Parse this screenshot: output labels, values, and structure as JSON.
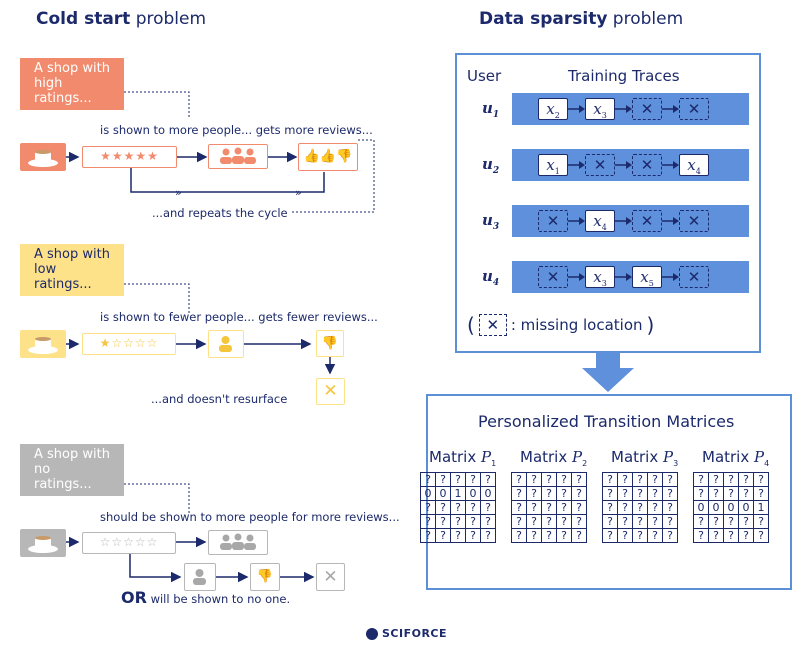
{
  "cold_start": {
    "title_bold": "Cold start",
    "title_rest": " problem",
    "high": {
      "callout_lines": [
        "A shop with",
        "high",
        "ratings..."
      ],
      "caption": "is shown to more people... gets more reviews...",
      "cycle": "...and repeats the cycle",
      "color": "#f28b6d"
    },
    "low": {
      "callout_lines": [
        "A shop with",
        "low",
        "ratings..."
      ],
      "caption": "is shown to fewer people... gets fewer reviews...",
      "outcome": "...and doesn't resurface",
      "color": "#fde28a"
    },
    "none": {
      "callout_lines": [
        "A shop with",
        "no",
        "ratings..."
      ],
      "caption": "should be shown to more people for more reviews...",
      "or_bold": "OR",
      "or_rest": " will be shown to no one.",
      "color": "#b7b7b7"
    }
  },
  "data_sparsity": {
    "title_bold": "Data sparsity",
    "title_rest": " problem",
    "user_header": "User",
    "traces_header": "Training Traces",
    "users": [
      {
        "name": "u",
        "sub": "1",
        "cells": [
          {
            "t": "x",
            "s": "2"
          },
          {
            "t": "x",
            "s": "3"
          },
          {
            "t": "miss"
          },
          {
            "t": "miss"
          }
        ]
      },
      {
        "name": "u",
        "sub": "2",
        "cells": [
          {
            "t": "x",
            "s": "1"
          },
          {
            "t": "miss"
          },
          {
            "t": "miss"
          },
          {
            "t": "x",
            "s": "4"
          }
        ]
      },
      {
        "name": "u",
        "sub": "3",
        "cells": [
          {
            "t": "miss"
          },
          {
            "t": "x",
            "s": "4"
          },
          {
            "t": "miss"
          },
          {
            "t": "miss"
          }
        ]
      },
      {
        "name": "u",
        "sub": "4",
        "cells": [
          {
            "t": "miss"
          },
          {
            "t": "x",
            "s": "3"
          },
          {
            "t": "x",
            "s": "5"
          },
          {
            "t": "miss"
          }
        ]
      }
    ],
    "legend": ": missing location",
    "matrices_title": "Personalized Transition Matrices",
    "matrices": [
      {
        "label": "Matrix",
        "var": "P",
        "sub": "1",
        "rows": [
          [
            "?",
            "?",
            "?",
            "?",
            "?"
          ],
          [
            "0",
            "0",
            "1",
            "0",
            "0"
          ],
          [
            "?",
            "?",
            "?",
            "?",
            "?"
          ],
          [
            "?",
            "?",
            "?",
            "?",
            "?"
          ],
          [
            "?",
            "?",
            "?",
            "?",
            "?"
          ]
        ]
      },
      {
        "label": "Matrix",
        "var": "P",
        "sub": "2",
        "rows": [
          [
            "?",
            "?",
            "?",
            "?",
            "?"
          ],
          [
            "?",
            "?",
            "?",
            "?",
            "?"
          ],
          [
            "?",
            "?",
            "?",
            "?",
            "?"
          ],
          [
            "?",
            "?",
            "?",
            "?",
            "?"
          ],
          [
            "?",
            "?",
            "?",
            "?",
            "?"
          ]
        ]
      },
      {
        "label": "Matrix",
        "var": "P",
        "sub": "3",
        "rows": [
          [
            "?",
            "?",
            "?",
            "?",
            "?"
          ],
          [
            "?",
            "?",
            "?",
            "?",
            "?"
          ],
          [
            "?",
            "?",
            "?",
            "?",
            "?"
          ],
          [
            "?",
            "?",
            "?",
            "?",
            "?"
          ],
          [
            "?",
            "?",
            "?",
            "?",
            "?"
          ]
        ]
      },
      {
        "label": "Matrix",
        "var": "P",
        "sub": "4",
        "rows": [
          [
            "?",
            "?",
            "?",
            "?",
            "?"
          ],
          [
            "?",
            "?",
            "?",
            "?",
            "?"
          ],
          [
            "0",
            "0",
            "0",
            "0",
            "1"
          ],
          [
            "?",
            "?",
            "?",
            "?",
            "?"
          ],
          [
            "?",
            "?",
            "?",
            "?",
            "?"
          ]
        ]
      }
    ]
  },
  "footer": {
    "brand": "SCIFORCE"
  },
  "colors": {
    "navy": "#1c2a6b",
    "blue": "#5e90dc",
    "orange": "#f28b6d",
    "yellow": "#fde28a",
    "gray": "#b7b7b7"
  }
}
